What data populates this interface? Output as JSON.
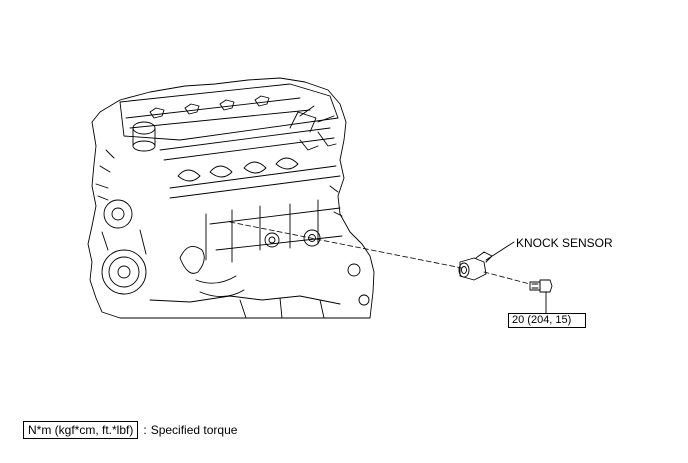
{
  "diagram": {
    "component_label": "KNOCK SENSOR",
    "torque_value": "20 (204, 15)",
    "legend": {
      "unit": "N*m (kgf*cm, ft.*lbf)",
      "separator": ":",
      "description": "Specified torque"
    },
    "line_color": "#000000",
    "background_color": "#ffffff"
  }
}
